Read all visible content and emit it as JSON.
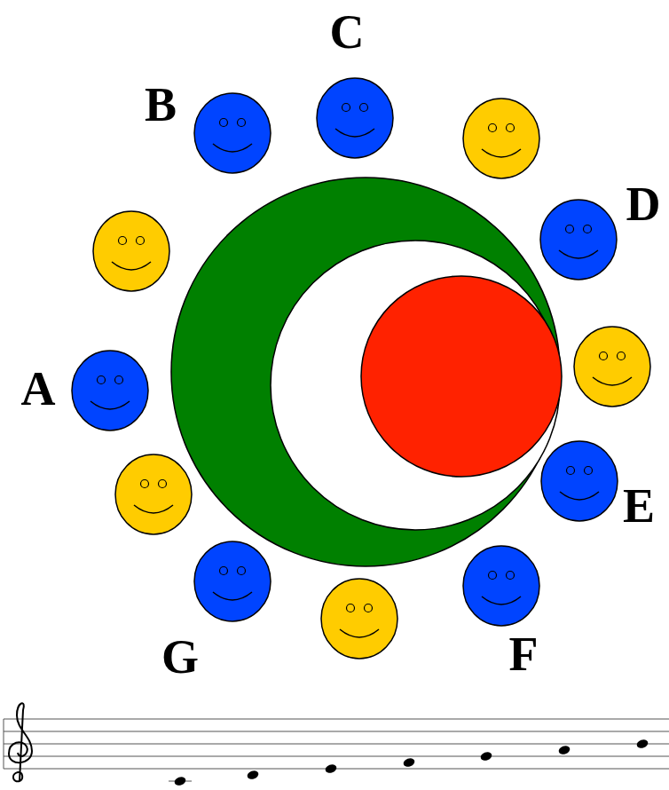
{
  "diagram": {
    "labels": [
      "C",
      "B",
      "D",
      "A",
      "E",
      "G",
      "F"
    ]
  }
}
